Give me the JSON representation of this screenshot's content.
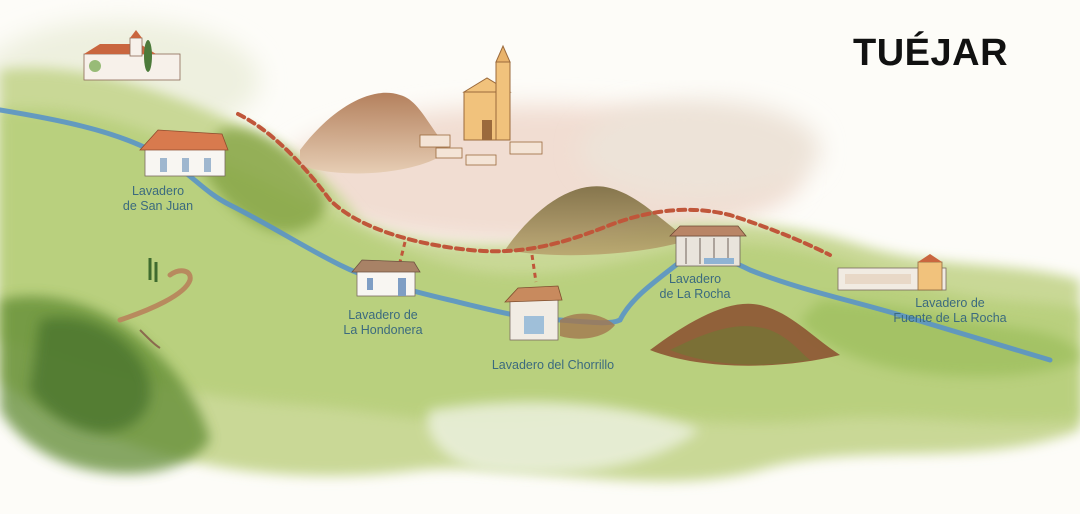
{
  "map": {
    "title": "TUÉJAR",
    "labels": {
      "san_juan": [
        "Lavadero",
        "de San Juan"
      ],
      "hondonera": [
        "Lavadero de",
        "La Hondonera"
      ],
      "chorrillo": [
        "Lavadero del Chorrillo"
      ],
      "la_rocha": [
        "Lavadero",
        "de La Rocha"
      ],
      "fuente_la_rocha": [
        "Lavadero de",
        "Fuente de La Rocha"
      ]
    },
    "colors": {
      "river": "#5a93c6",
      "path": "#c0563a",
      "hill_green": "#a9c46a",
      "hill_brown": "#b98b64",
      "roof": "#c9663f"
    }
  }
}
